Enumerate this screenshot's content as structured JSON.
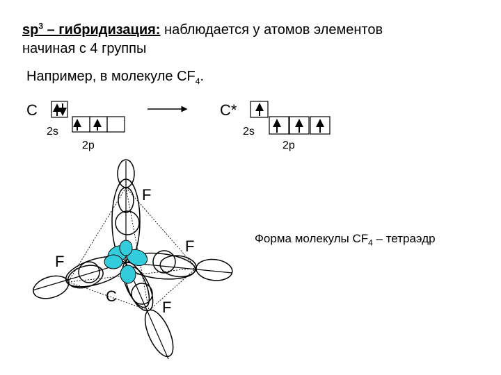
{
  "heading": {
    "term_prefix": "sp",
    "term_sup": "3",
    "term_suffix": " – гибридизация:",
    "line1_rest": " наблюдается у атомов элементов",
    "line2": "начиная с 4 группы"
  },
  "example": {
    "prefix": "Например, в молекуле CF",
    "sub": "4",
    "suffix": "."
  },
  "ground_state": {
    "atom": "C",
    "s_label": "2s",
    "p_label": "2p"
  },
  "excited_state": {
    "atom": "C*",
    "s_label": "2s",
    "p_label": "2p"
  },
  "figure": {
    "fluorine_labels": [
      "F",
      "F",
      "F",
      "F"
    ],
    "carbon_label": "C",
    "colors": {
      "hybrid_orbital": "#33ccdd",
      "outline": "#000000"
    }
  },
  "caption": {
    "prefix": "Форма молекулы CF",
    "sub": "4",
    "suffix": " – тетраэдр"
  }
}
